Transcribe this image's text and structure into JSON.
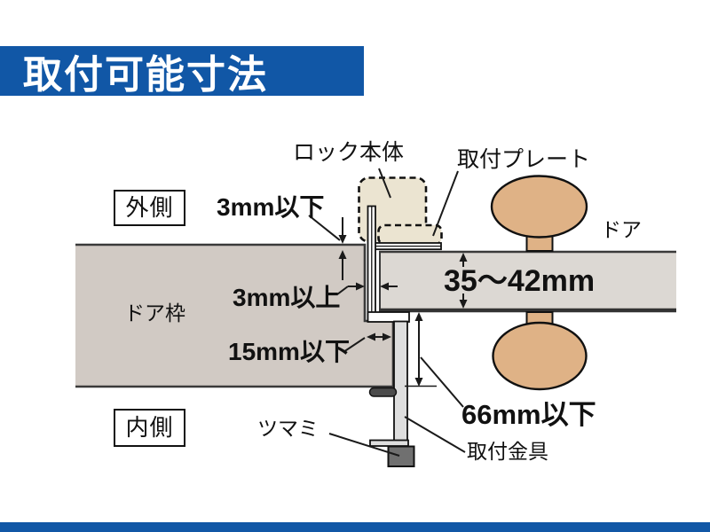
{
  "header": {
    "title": "取付可能寸法",
    "bar_color": "#1157a6",
    "text_color": "#ffffff"
  },
  "footer": {
    "bar_color": "#1157a6"
  },
  "diagram": {
    "side_labels": {
      "outside": "外側",
      "inside": "内側"
    },
    "parts": {
      "lock_body": "ロック本体",
      "mounting_plate": "取付プレート",
      "door": "ドア",
      "door_frame": "ドア枠",
      "thumb_knob": "ツマミ",
      "mounting_bracket": "取付金具"
    },
    "dimensions": {
      "frame_step_height": "3mm以下",
      "frame_door_gap": "3mm以上",
      "frame_lip_depth": "15mm以下",
      "door_thickness": "35〜42mm",
      "frame_underside_depth": "66mm以下"
    },
    "colors": {
      "door_frame_fill": "#d1cac4",
      "door_fill": "#dcd8d3",
      "knob_fill": "#dfb286",
      "lock_body_fill": "#ebe4d1",
      "bracket_fill": "#dedede",
      "thumb_knob_fill": "#707070",
      "pad_fill": "#4b4b4b",
      "outline": "#1a1a1a"
    }
  }
}
